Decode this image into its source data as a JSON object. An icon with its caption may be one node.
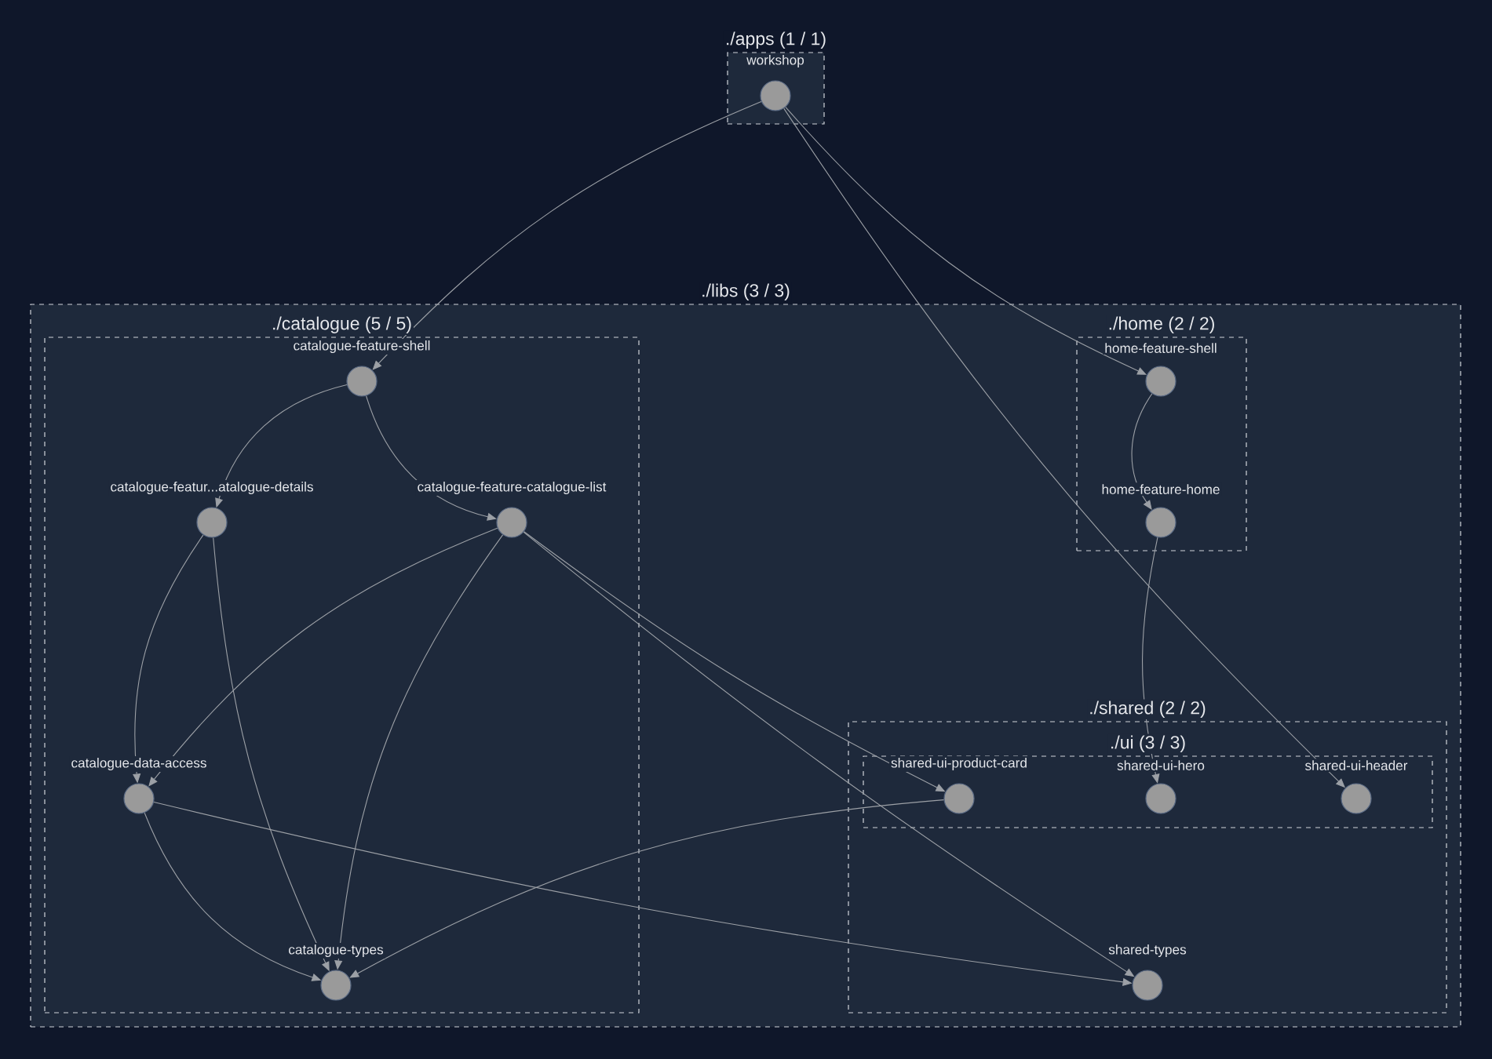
{
  "diagram": {
    "nodes": [
      {
        "text": [
          "./apps (1 / 1)"
        ]
      },
      {
        "text": [
          "workshop"
        ],
        "in": 0
      },
      {
        "text": [
          "./libs (3 / 3)"
        ]
      },
      {
        "text": [
          "./catalogue (5 / 5)"
        ],
        "in": 2
      },
      {
        "text": [
          "catalogue-feature-shell"
        ],
        "in": 3
      },
      {
        "text": [
          "catalogue-featur...atalogue-details"
        ],
        "in": 3
      },
      {
        "text": [
          "catalogue-feature-catalogue-list"
        ],
        "in": 3
      },
      {
        "text": [
          "catalogue-data-access"
        ],
        "in": 3
      },
      {
        "text": [
          "catalogue-types"
        ],
        "in": 3
      },
      {
        "text": [
          "./home (2 / 2)"
        ],
        "in": 2
      },
      {
        "text": [
          "home-feature-shell"
        ],
        "in": 9
      },
      {
        "text": [
          "home-feature-home"
        ],
        "in": 9
      },
      {
        "text": [
          "./shared (2 / 2)"
        ],
        "in": 2
      },
      {
        "text": [
          "./ui (3 / 3)"
        ],
        "in": 12
      },
      {
        "text": [
          "shared-ui-product-card"
        ],
        "in": 13
      },
      {
        "text": [
          "shared-ui-hero"
        ],
        "in": 13
      },
      {
        "text": [
          "shared-ui-header"
        ],
        "in": 13
      },
      {
        "text": [
          "shared-types"
        ],
        "in": 12
      }
    ],
    "edges": [
      {
        "from": 1,
        "to": 4,
        "arrow": "to"
      },
      {
        "from": 1,
        "to": 10,
        "arrow": "to"
      },
      {
        "from": 1,
        "to": 16,
        "arrow": "to"
      },
      {
        "from": 4,
        "to": 5,
        "arrow": "to"
      },
      {
        "from": 4,
        "to": 6,
        "arrow": "to"
      },
      {
        "from": 10,
        "to": 11,
        "arrow": "to"
      },
      {
        "from": 11,
        "to": 15,
        "arrow": "to"
      },
      {
        "from": 5,
        "to": 7,
        "arrow": "to"
      },
      {
        "from": 5,
        "to": 8,
        "arrow": "to"
      },
      {
        "from": 6,
        "to": 7,
        "arrow": "to"
      },
      {
        "from": 6,
        "to": 8,
        "arrow": "to"
      },
      {
        "from": 6,
        "to": 14,
        "arrow": "to"
      },
      {
        "from": 6,
        "to": 17,
        "arrow": "to"
      },
      {
        "from": 7,
        "to": 8,
        "arrow": "to"
      },
      {
        "from": 7,
        "to": 17,
        "arrow": "to"
      },
      {
        "from": 14,
        "to": 8,
        "arrow": "to"
      }
    ]
  }
}
